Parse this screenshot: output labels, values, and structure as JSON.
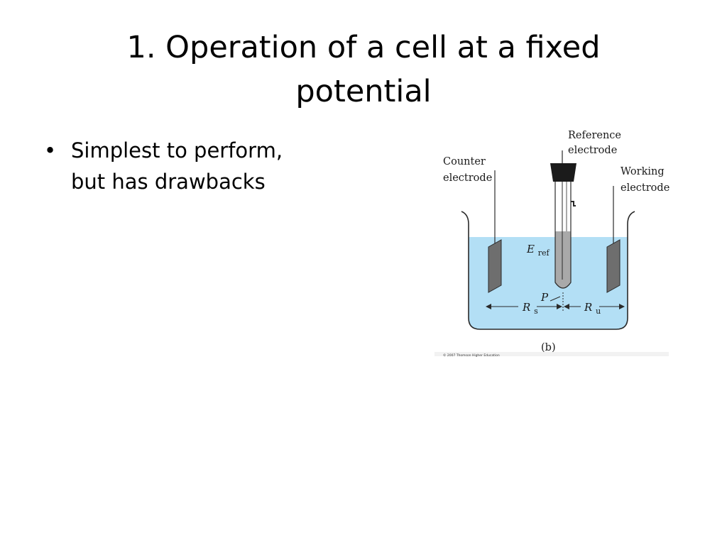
{
  "slide": {
    "title_lines": [
      "1. Operation of a cell at a fixed",
      "potential"
    ],
    "bullets": [
      {
        "marker": "•",
        "lines": [
          "Simplest to perform,",
          "but has drawbacks"
        ]
      }
    ]
  },
  "figure": {
    "labels": {
      "reference_line1": "Reference",
      "reference_line2": "electrode",
      "counter_line1": "Counter",
      "counter_line2": "electrode",
      "working_line1": "Working",
      "working_line2": "electrode",
      "e_ref_main": "E",
      "e_ref_sub": "ref",
      "p": "P",
      "rs_main": "R",
      "rs_sub": "s",
      "ru_main": "R",
      "ru_sub": "u",
      "caption": "(b)",
      "copyright": "© 2007 Thomson Higher Education"
    },
    "colors": {
      "solution": "#b3dff5",
      "electrode_plate": "#6e6e6e",
      "stopper": "#1b1b1b",
      "tube_fill": "#a9a9a9",
      "outline": "#2a2a2a"
    }
  }
}
